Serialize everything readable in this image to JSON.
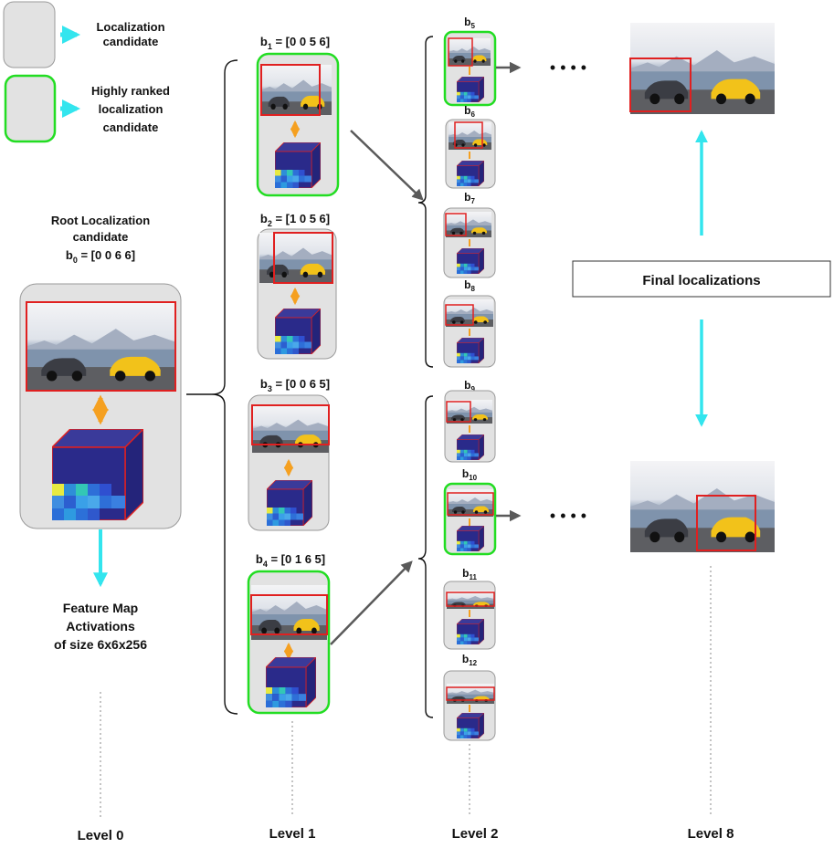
{
  "legend": {
    "candidate": "Localization candidate",
    "candidate_l1": "Localization",
    "candidate_l2": "candidate",
    "highly_l1": "Highly ranked",
    "highly_l2": "localization",
    "highly_l3": "candidate"
  },
  "root": {
    "title_l1": "Root Localization",
    "title_l2": "candidate",
    "b0_name": "b",
    "b0_sub": "0",
    "b0_vec": " = [0 0 6 6]"
  },
  "feature_map": {
    "line1": "Feature Map",
    "line2": "Activations",
    "line3": "of size 6x6x256"
  },
  "level1": [
    {
      "name": "b",
      "sub": "1",
      "vec": " = [0 0 5 6]"
    },
    {
      "name": "b",
      "sub": "2",
      "vec": " = [1 0 5 6]"
    },
    {
      "name": "b",
      "sub": "3",
      "vec": " = [0 0 6 5]"
    },
    {
      "name": "b",
      "sub": "4",
      "vec": " = [0 1 6 5]"
    }
  ],
  "level2": [
    {
      "name": "b",
      "sub": "5"
    },
    {
      "name": "b",
      "sub": "6"
    },
    {
      "name": "b",
      "sub": "7"
    },
    {
      "name": "b",
      "sub": "8"
    },
    {
      "name": "b",
      "sub": "9"
    },
    {
      "name": "b",
      "sub": "10"
    },
    {
      "name": "b",
      "sub": "11"
    },
    {
      "name": "b",
      "sub": "12"
    }
  ],
  "final_box": "Final localizations",
  "dots": "•    •    •    •",
  "levels": [
    "Level 0",
    "Level 1",
    "Level 2",
    "Level 8"
  ],
  "colors": {
    "candidate_fill": "#e2e2e2",
    "highlight_border": "#22dd22",
    "cyan_arrow": "#33e5ee",
    "orange_arrow": "#f5a020",
    "box_red": "#e02020",
    "cube_blue": "#2a2a8a"
  },
  "icons": [
    "cyan-right-arrow-icon",
    "orange-double-arrow-icon",
    "gray-arrow-icon"
  ]
}
